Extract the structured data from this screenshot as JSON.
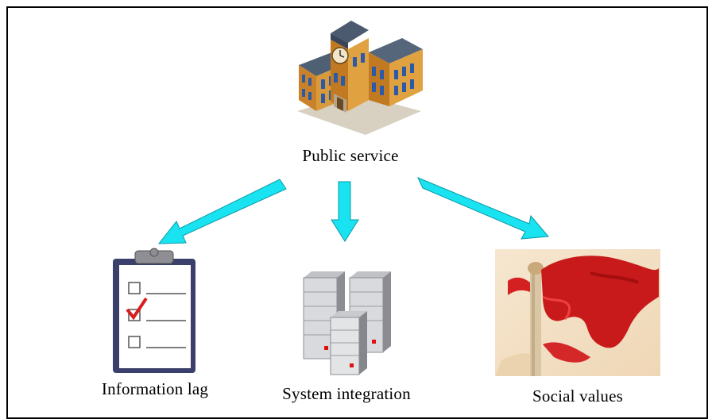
{
  "diagram": {
    "root": {
      "label": "Public service",
      "icon": "public-building-icon"
    },
    "children": [
      {
        "label": "Information lag",
        "icon": "clipboard-checklist-icon"
      },
      {
        "label": "System integration",
        "icon": "server-cluster-icon"
      },
      {
        "label": "Social values",
        "icon": "red-flag-monument-icon"
      }
    ],
    "arrow_color": "#19e3f0",
    "arrow_outline": "#0a9aa8"
  }
}
